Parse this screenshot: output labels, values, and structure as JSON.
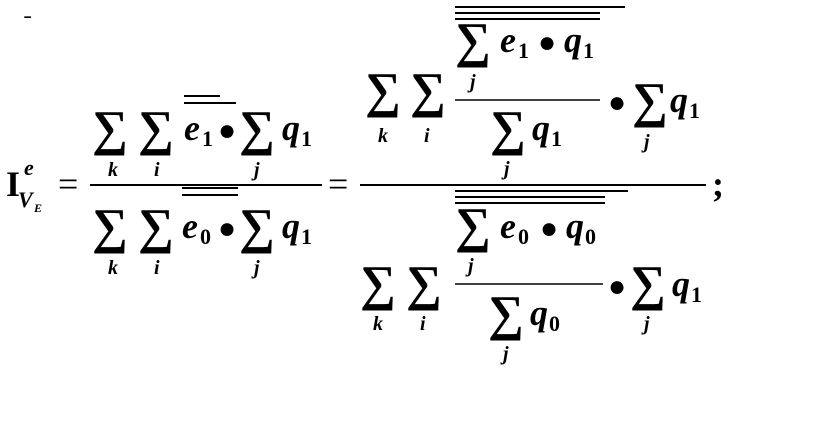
{
  "formula": {
    "lhs": {
      "symbol": "I",
      "superscript": "e",
      "subscript_main": "V",
      "subscript_sub": "E",
      "bar_glyph": "ˉ"
    },
    "equals": "=",
    "terminator": ";",
    "glyphs": {
      "sigma": "∑",
      "dot": "●",
      "e": "e",
      "q": "q"
    },
    "indices": {
      "k": "k",
      "i": "i",
      "j": "j",
      "one": "1",
      "zero": "0"
    }
  }
}
